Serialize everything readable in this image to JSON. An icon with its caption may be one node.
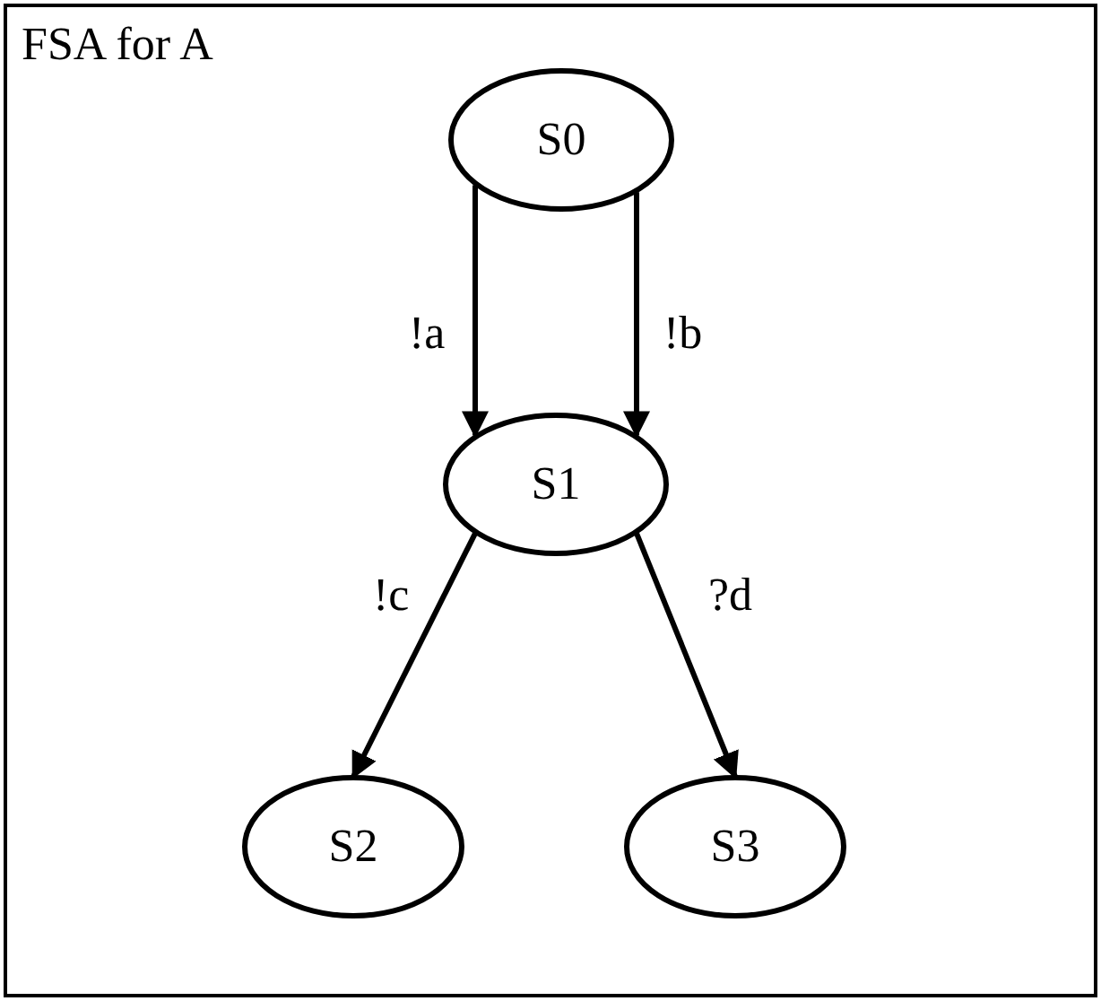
{
  "diagram": {
    "nodes": [
      {
        "text": [
          "FSA for A"
        ]
      },
      {
        "text": [
          "S0"
        ],
        "in": 0
      },
      {
        "text": [
          "S1"
        ],
        "in": 0
      },
      {
        "text": [
          "S2"
        ],
        "in": 0
      },
      {
        "text": [
          "S3"
        ],
        "in": 0
      }
    ],
    "edges": [
      {
        "from": 1,
        "to": 2,
        "arrow": "to",
        "label": "!a"
      },
      {
        "from": 1,
        "to": 2,
        "arrow": "to",
        "label": "!b"
      },
      {
        "from": 2,
        "to": 3,
        "arrow": "to",
        "label": "!c"
      },
      {
        "from": 2,
        "to": 4,
        "arrow": "to",
        "label": "?d"
      }
    ]
  }
}
